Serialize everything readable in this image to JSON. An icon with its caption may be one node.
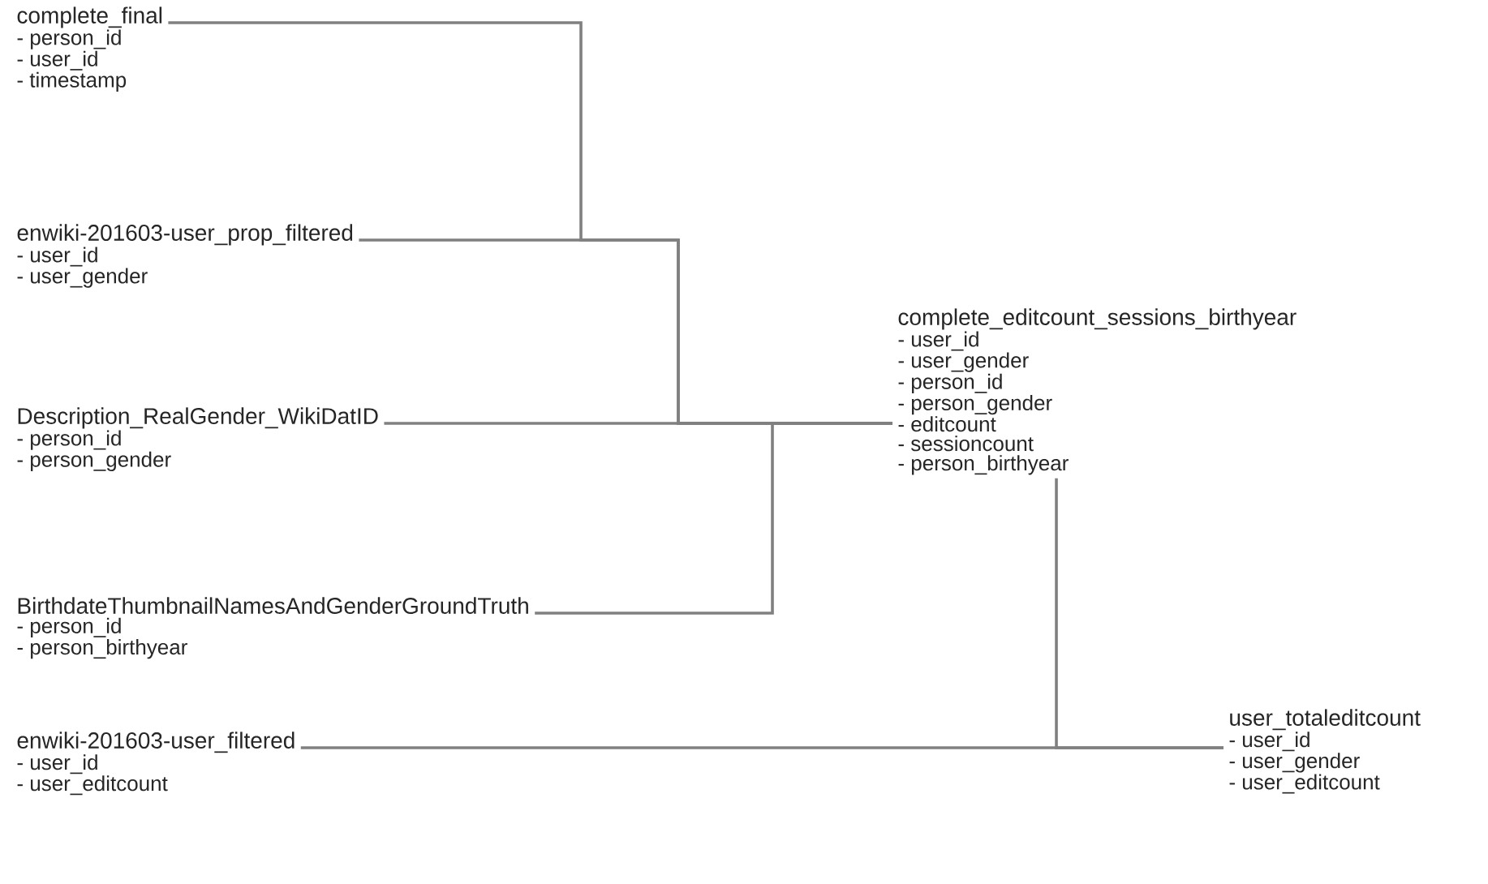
{
  "diagram": {
    "nodes": [
      {
        "text": [
          "complete_final",
          "- person_id",
          "- user_id",
          "- timestamp"
        ]
      },
      {
        "text": [
          "enwiki-201603-user_prop_filtered",
          "- user_id",
          "- user_gender"
        ]
      },
      {
        "text": [
          "Description_RealGender_WikiDatID",
          "- person_id",
          "- person_gender"
        ]
      },
      {
        "text": [
          "BirthdateThumbnailNamesAndGenderGroundTruth",
          "- person_id",
          "- person_birthyear"
        ]
      },
      {
        "text": [
          "complete_editcount_sessions_birthyear",
          "- user_id",
          "- user_gender",
          "- person_id",
          "- person_gender",
          "- editcount",
          "- sessioncount",
          "- person_birthyear"
        ]
      },
      {
        "text": [
          "enwiki-201603-user_filtered",
          "- user_id",
          "- user_editcount"
        ]
      },
      {
        "text": [
          "user_totaleditcount",
          "- user_id",
          "- user_gender",
          "- user_editcount"
        ]
      }
    ],
    "edges": [
      {
        "from": 0,
        "to": 4,
        "arrow": "none"
      },
      {
        "from": 1,
        "to": 4,
        "arrow": "none"
      },
      {
        "from": 2,
        "to": 4,
        "arrow": "none"
      },
      {
        "from": 3,
        "to": 4,
        "arrow": "none"
      },
      {
        "from": 4,
        "to": 6,
        "arrow": "none"
      },
      {
        "from": 5,
        "to": 6,
        "arrow": "none"
      }
    ]
  }
}
